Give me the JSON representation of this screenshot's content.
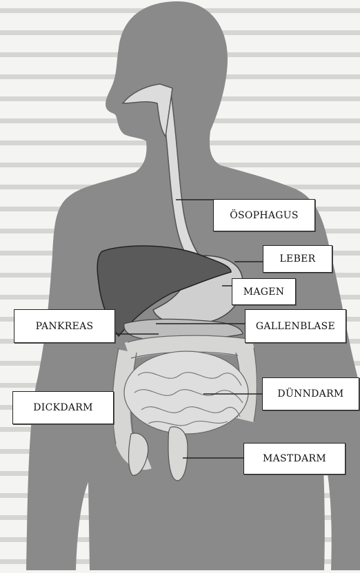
{
  "labels": {
    "oesophagus": "ÖSOPHAGUS",
    "leber": "LEBER",
    "magen": "MAGEN",
    "pankreas": "PANKREAS",
    "gallenblase": "GALLENBLASE",
    "duenndarm": "DÜNNDARM",
    "dickdarm": "DICKDARM",
    "mastdarm": "MASTDARM"
  },
  "colors": {
    "page": "#f4f4f2",
    "silhouette": "#8c8c8c",
    "liver": "#555555",
    "intestine": "#d8d8d6",
    "line": "#222222"
  }
}
